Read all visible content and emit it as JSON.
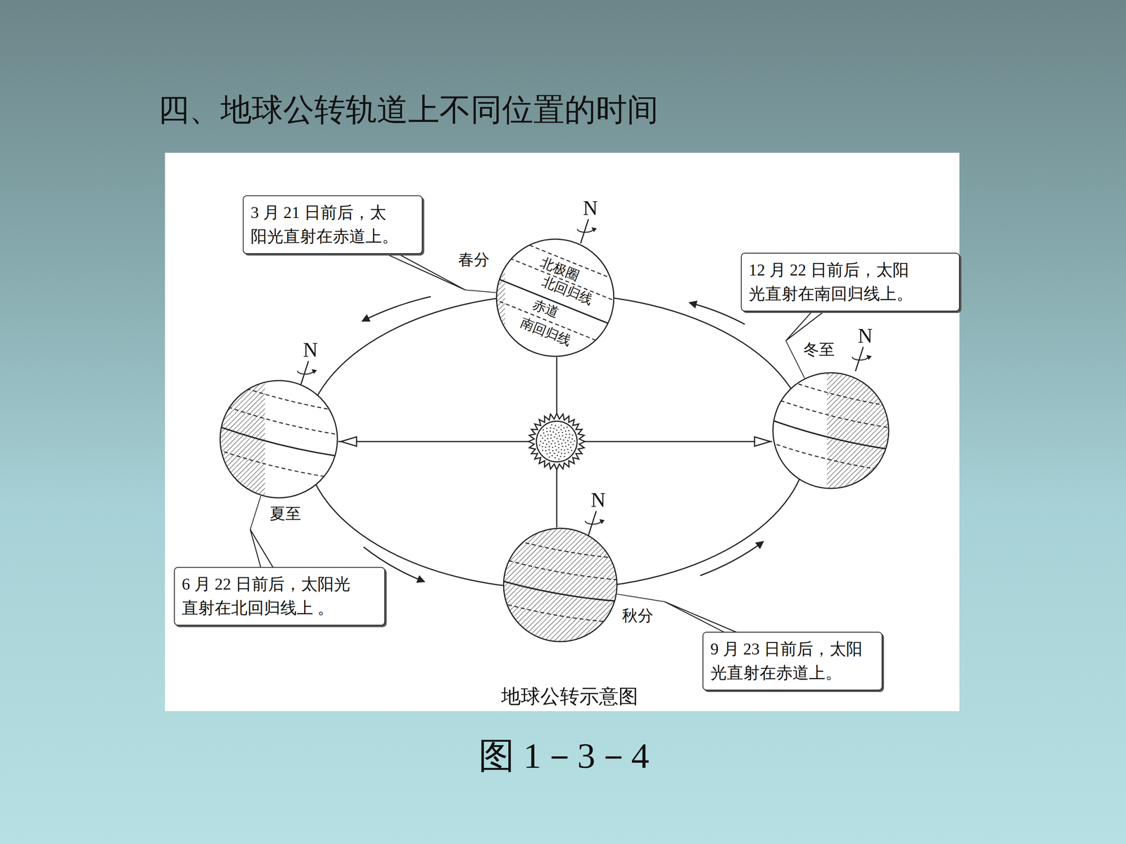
{
  "diagram": {
    "title": "四、地球公转轨道上不同位置的时间",
    "caption": "图 1－3－4",
    "nodes": [
      {
        "text": [
          "3 月 21 日前后，太 阳光直射在赤道上。"
        ]
      },
      {
        "text": [
          "春分",
          "北极圈",
          "北回归线",
          "赤道",
          "南回归线"
        ]
      },
      {
        "text": [
          "12 月 22 日前后，太阳 光直射在南回归线上。"
        ]
      },
      {
        "text": [
          "夏至"
        ]
      },
      {
        "text": [
          "冬至"
        ]
      },
      {
        "text": [
          "6 月 22 日前后，太阳光 直射在北回归线上 。"
        ]
      },
      {
        "text": [
          "秋分"
        ]
      },
      {
        "text": [
          "9 月 23 日前后，太阳 光直射在赤道上。"
        ]
      }
    ],
    "edges": [
      {
        "from": 0,
        "to": 1,
        "arrow": "none"
      },
      {
        "from": 2,
        "to": 4,
        "arrow": "none"
      },
      {
        "from": 5,
        "to": 3,
        "arrow": "none"
      },
      {
        "from": 7,
        "to": 6,
        "arrow": "none"
      }
    ],
    "labels": [
      "N",
      "N",
      "N",
      "N",
      "地球公转示意图"
    ]
  }
}
